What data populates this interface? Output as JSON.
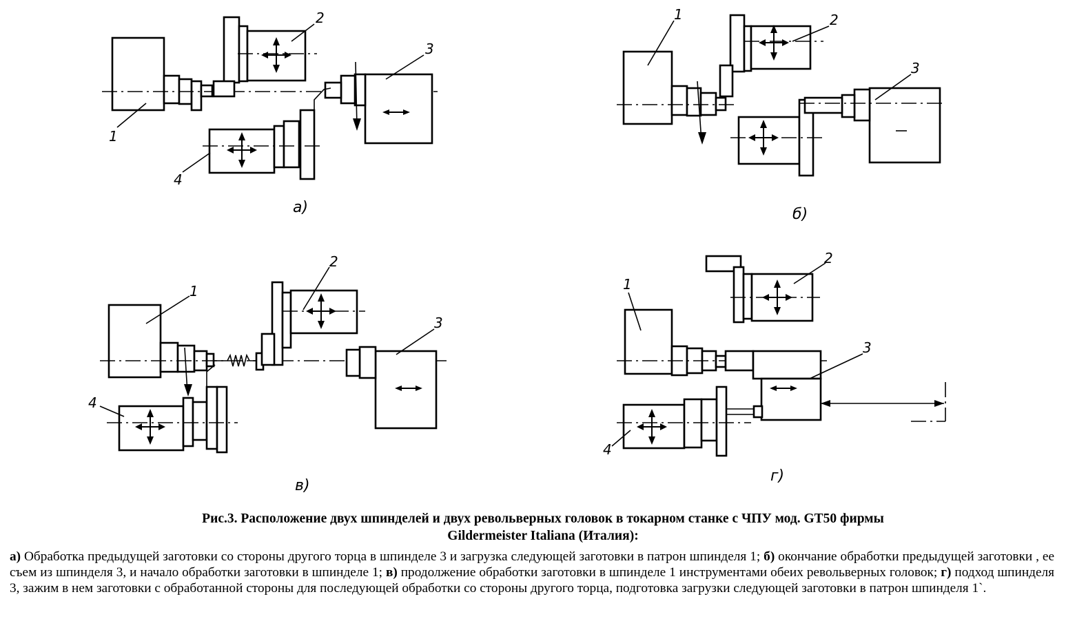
{
  "figure": {
    "panels": [
      {
        "id": "a",
        "label": "а)",
        "parts": [
          "1",
          "2",
          "3",
          "4"
        ]
      },
      {
        "id": "b",
        "label": "б)",
        "parts": [
          "1",
          "2",
          "3"
        ]
      },
      {
        "id": "v",
        "label": "в)",
        "parts": [
          "1",
          "2",
          "3",
          "4"
        ]
      },
      {
        "id": "g",
        "label": "г)",
        "parts": [
          "1",
          "2",
          "3",
          "4"
        ]
      }
    ]
  },
  "caption": {
    "title_line1": "Рис.3. Расположение двух шпинделей и двух револьверных головок в токарном станке с ЧПУ мод. GT50 фирмы",
    "title_line2": "Gildermeister Italiana (Италия):",
    "items": [
      {
        "key": "а)",
        "text": " Обработка предыдущей заготовки со стороны другого торца в шпинделе 3 и загрузка следующей заготовки в патрон шпинделя 1;  "
      },
      {
        "key": "б)",
        "text": " окончание обработки предыдущей заготовки , ее съем из шпинделя 3, и начало обработки заготовки в шпинделе 1;  "
      },
      {
        "key": "в)",
        "text": " продолжение обработки заготовки в шпинделе 1 инструментами обеих револьверных головок;  "
      },
      {
        "key": "г)",
        "text": " подход шпинделя 3, зажим в нем заготовки с обработанной стороны для последующей обработки со стороны другого торца, подготовка загрузки следующей заготовки в патрон шпинделя 1`."
      }
    ]
  },
  "icons": {
    "cross-arrow": "four-way-arrow",
    "h-arrow": "double-horizontal-arrow"
  }
}
